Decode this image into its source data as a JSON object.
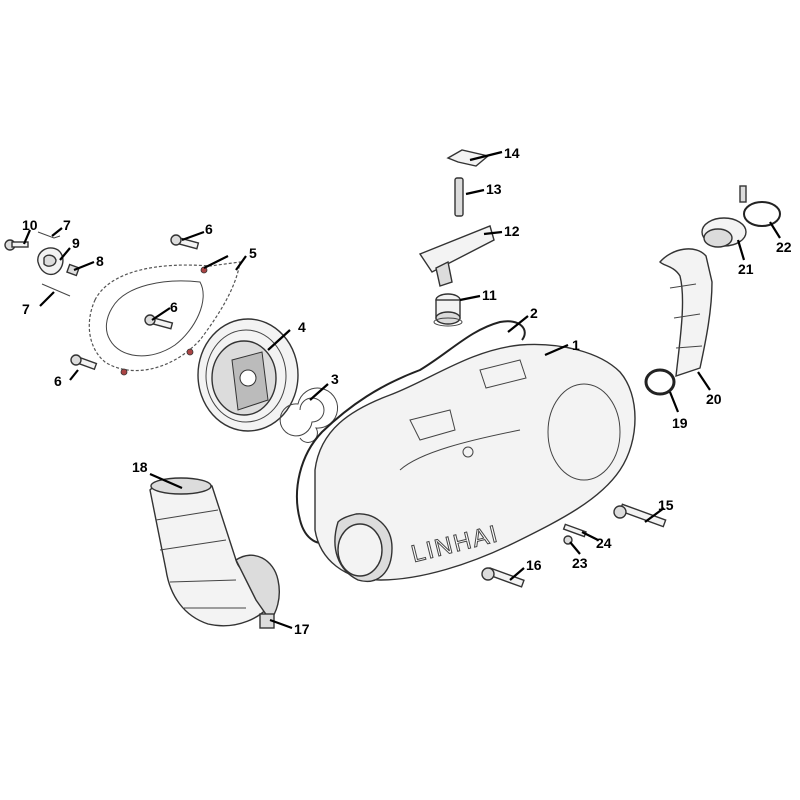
{
  "diagram": {
    "brand_text": "LINHAI",
    "callouts": [
      {
        "id": "c1",
        "label": "1"
      },
      {
        "id": "c2",
        "label": "2"
      },
      {
        "id": "c3",
        "label": "3"
      },
      {
        "id": "c4",
        "label": "4"
      },
      {
        "id": "c5",
        "label": "5"
      },
      {
        "id": "c6a",
        "label": "6"
      },
      {
        "id": "c6b",
        "label": "6"
      },
      {
        "id": "c6c",
        "label": "6"
      },
      {
        "id": "c7a",
        "label": "7"
      },
      {
        "id": "c7b",
        "label": "7"
      },
      {
        "id": "c8",
        "label": "8"
      },
      {
        "id": "c9",
        "label": "9"
      },
      {
        "id": "c10",
        "label": "10"
      },
      {
        "id": "c11",
        "label": "11"
      },
      {
        "id": "c12",
        "label": "12"
      },
      {
        "id": "c13",
        "label": "13"
      },
      {
        "id": "c14",
        "label": "14"
      },
      {
        "id": "c15",
        "label": "15"
      },
      {
        "id": "c16",
        "label": "16"
      },
      {
        "id": "c17",
        "label": "17"
      },
      {
        "id": "c18",
        "label": "18"
      },
      {
        "id": "c19",
        "label": "19"
      },
      {
        "id": "c20",
        "label": "20"
      },
      {
        "id": "c21",
        "label": "21"
      },
      {
        "id": "c22",
        "label": "22"
      },
      {
        "id": "c23",
        "label": "23"
      },
      {
        "id": "c24",
        "label": "24"
      }
    ]
  }
}
